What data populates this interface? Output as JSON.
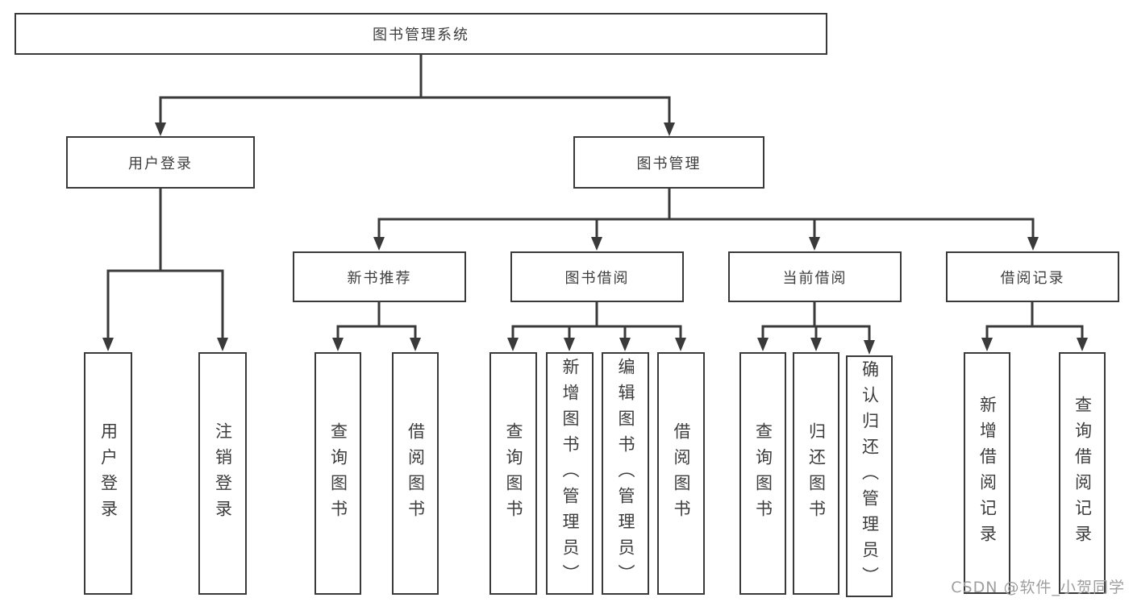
{
  "diagram": {
    "type": "hierarchy",
    "colors": {
      "line": "#3a3a3a",
      "box_border": "#3a3a3a",
      "text": "#3d3d3d",
      "watermark": "#9e9e9e",
      "background": "#ffffff"
    }
  },
  "tree": {
    "root": {
      "label": "图书管理系统"
    },
    "children": [
      {
        "label": "用户登录",
        "children": [
          {
            "label": "用户登录"
          },
          {
            "label": "注销登录"
          }
        ]
      },
      {
        "label": "图书管理",
        "children": [
          {
            "label": "新书推荐",
            "children": [
              {
                "label": "查询图书"
              },
              {
                "label": "借阅图书"
              }
            ]
          },
          {
            "label": "图书借阅",
            "children": [
              {
                "label": "查询图书"
              },
              {
                "label": "新增图书（管理员）"
              },
              {
                "label": "编辑图书（管理员）"
              },
              {
                "label": "借阅图书"
              }
            ]
          },
          {
            "label": "当前借阅",
            "children": [
              {
                "label": "查询图书"
              },
              {
                "label": "归还图书"
              },
              {
                "label": "确认归还（管理员）"
              }
            ]
          },
          {
            "label": "借阅记录",
            "children": [
              {
                "label": "新增借阅记录"
              },
              {
                "label": "查询借阅记录"
              }
            ]
          }
        ]
      }
    ]
  },
  "watermark": {
    "text": "CSDN @软件_小贺同学"
  }
}
